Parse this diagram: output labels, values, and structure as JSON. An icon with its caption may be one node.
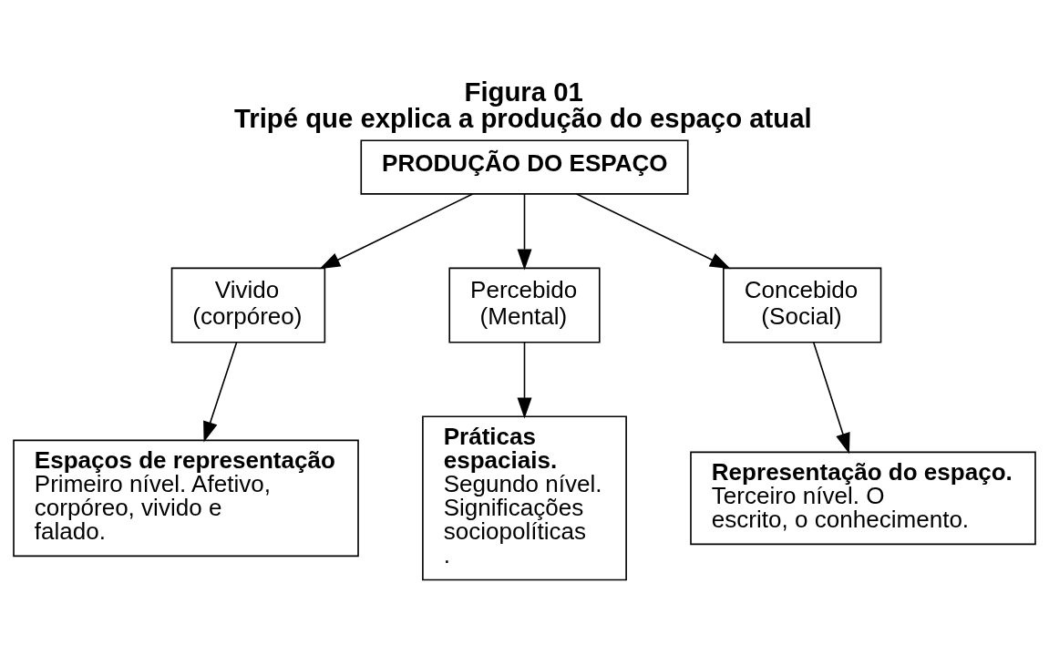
{
  "diagram": {
    "title": "Figura 01",
    "caption": "Tripé que explica a produção do espaço atual",
    "nodes": [
      {
        "text": [
          "PRODUÇÃO DO ESPAÇO"
        ]
      },
      {
        "text": [
          "Vivido (corpóreo)"
        ]
      },
      {
        "text": [
          "Percebido (Mental)"
        ]
      },
      {
        "text": [
          "Concebido (Social)"
        ]
      },
      {
        "text": [
          "Espaços de representação",
          "Primeiro nível. Afetivo, corpóreo, vivido e falado."
        ]
      },
      {
        "text": [
          "Práticas espaciais.",
          "Segundo nível. Significações sociopolíticas."
        ]
      },
      {
        "text": [
          "Representação do espaço.",
          "Terceiro nível. O escrito, o conhecimento."
        ]
      }
    ],
    "edges": [
      {
        "from": 0,
        "to": 1,
        "arrow": "to"
      },
      {
        "from": 0,
        "to": 2,
        "arrow": "to"
      },
      {
        "from": 0,
        "to": 3,
        "arrow": "to"
      },
      {
        "from": 1,
        "to": 4,
        "arrow": "to"
      },
      {
        "from": 2,
        "to": 5,
        "arrow": "to"
      },
      {
        "from": 3,
        "to": 6,
        "arrow": "to"
      }
    ]
  }
}
